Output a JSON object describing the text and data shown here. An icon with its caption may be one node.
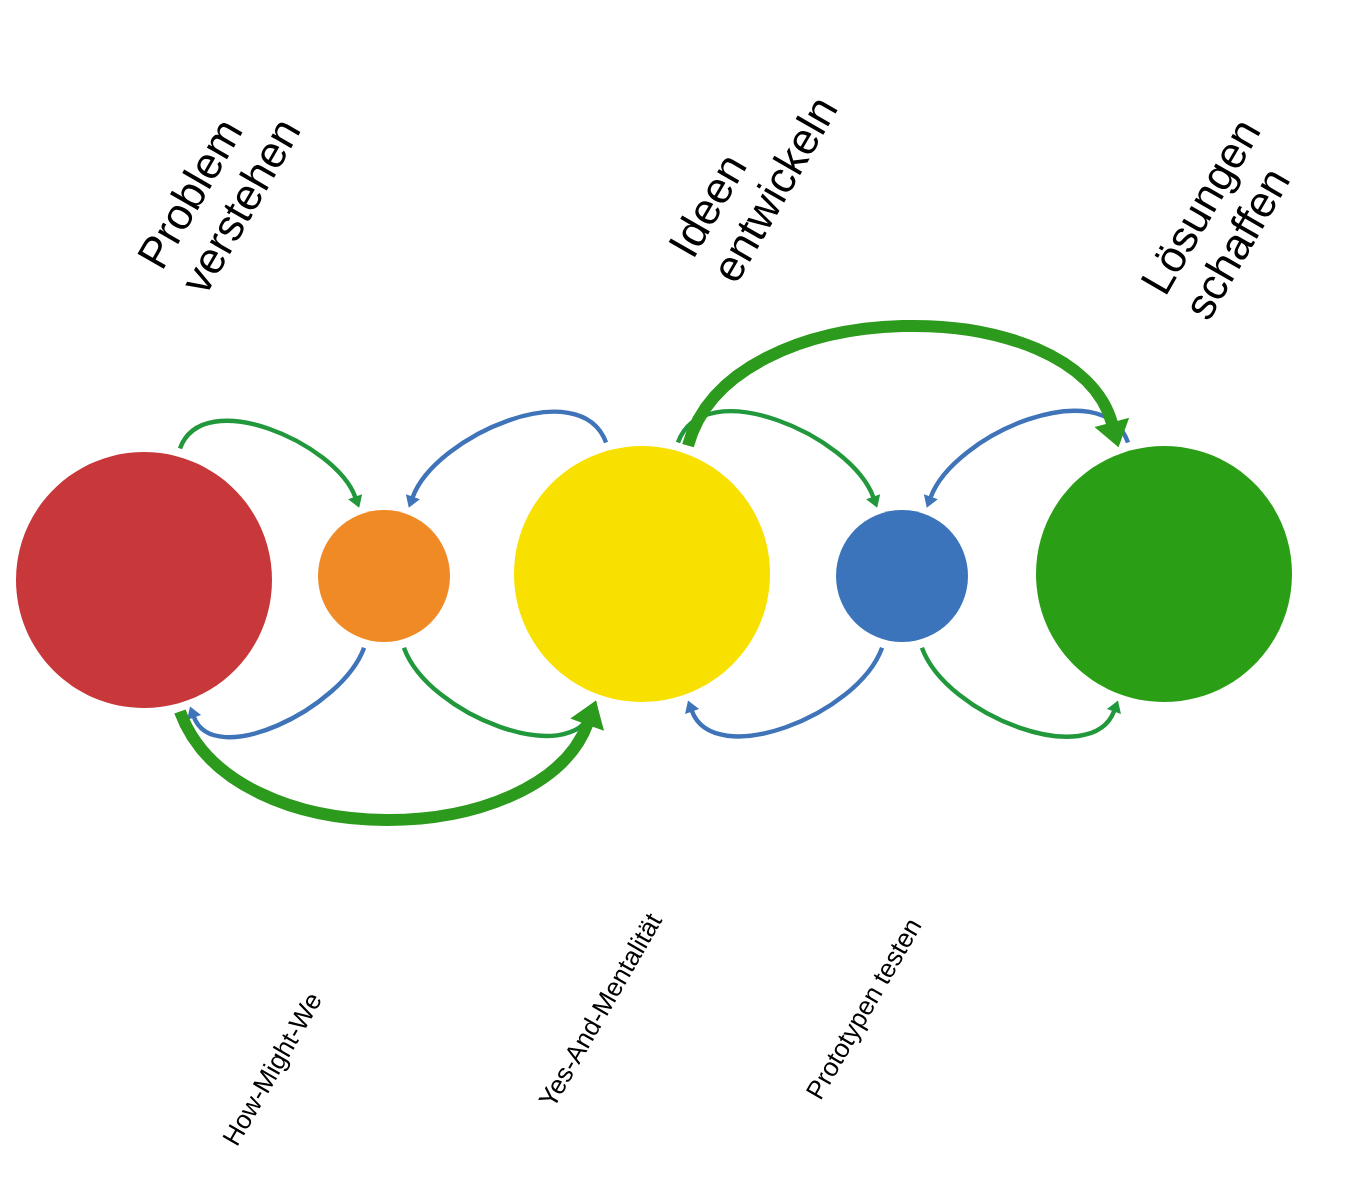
{
  "diagram": {
    "nodes": [
      {
        "text": [],
        "shape": "circle"
      },
      {
        "text": [],
        "shape": "circle"
      },
      {
        "text": [],
        "shape": "circle"
      },
      {
        "text": [],
        "shape": "circle"
      },
      {
        "text": [],
        "shape": "circle"
      }
    ],
    "edges": [
      {
        "from": 0,
        "to": 1,
        "arrow": "to"
      },
      {
        "from": 2,
        "to": 1,
        "arrow": "to",
        "color": "#3f74b9"
      },
      {
        "from": 2,
        "to": 3,
        "arrow": "to"
      },
      {
        "from": 4,
        "to": 3,
        "arrow": "to",
        "color": "#3f74b9"
      },
      {
        "from": 2,
        "to": 4,
        "arrow": "to",
        "style": "thick",
        "color": "#2c9a1c"
      },
      {
        "from": 1,
        "to": 0,
        "arrow": "to",
        "color": "#3f74b9"
      },
      {
        "from": 1,
        "to": 2,
        "arrow": "to"
      },
      {
        "from": 3,
        "to": 2,
        "arrow": "to",
        "color": "#3f74b9"
      },
      {
        "from": 3,
        "to": 4,
        "arrow": "to"
      },
      {
        "from": 0,
        "to": 2,
        "arrow": "to",
        "style": "thick",
        "color": "#2c9a1c"
      }
    ],
    "labels": [
      "Problem verstehen",
      "Ideen entwickeln",
      "Lösungen schaffen",
      "How-Might-We",
      "Yes-And-Mentalität",
      "Prototypen testen"
    ]
  }
}
